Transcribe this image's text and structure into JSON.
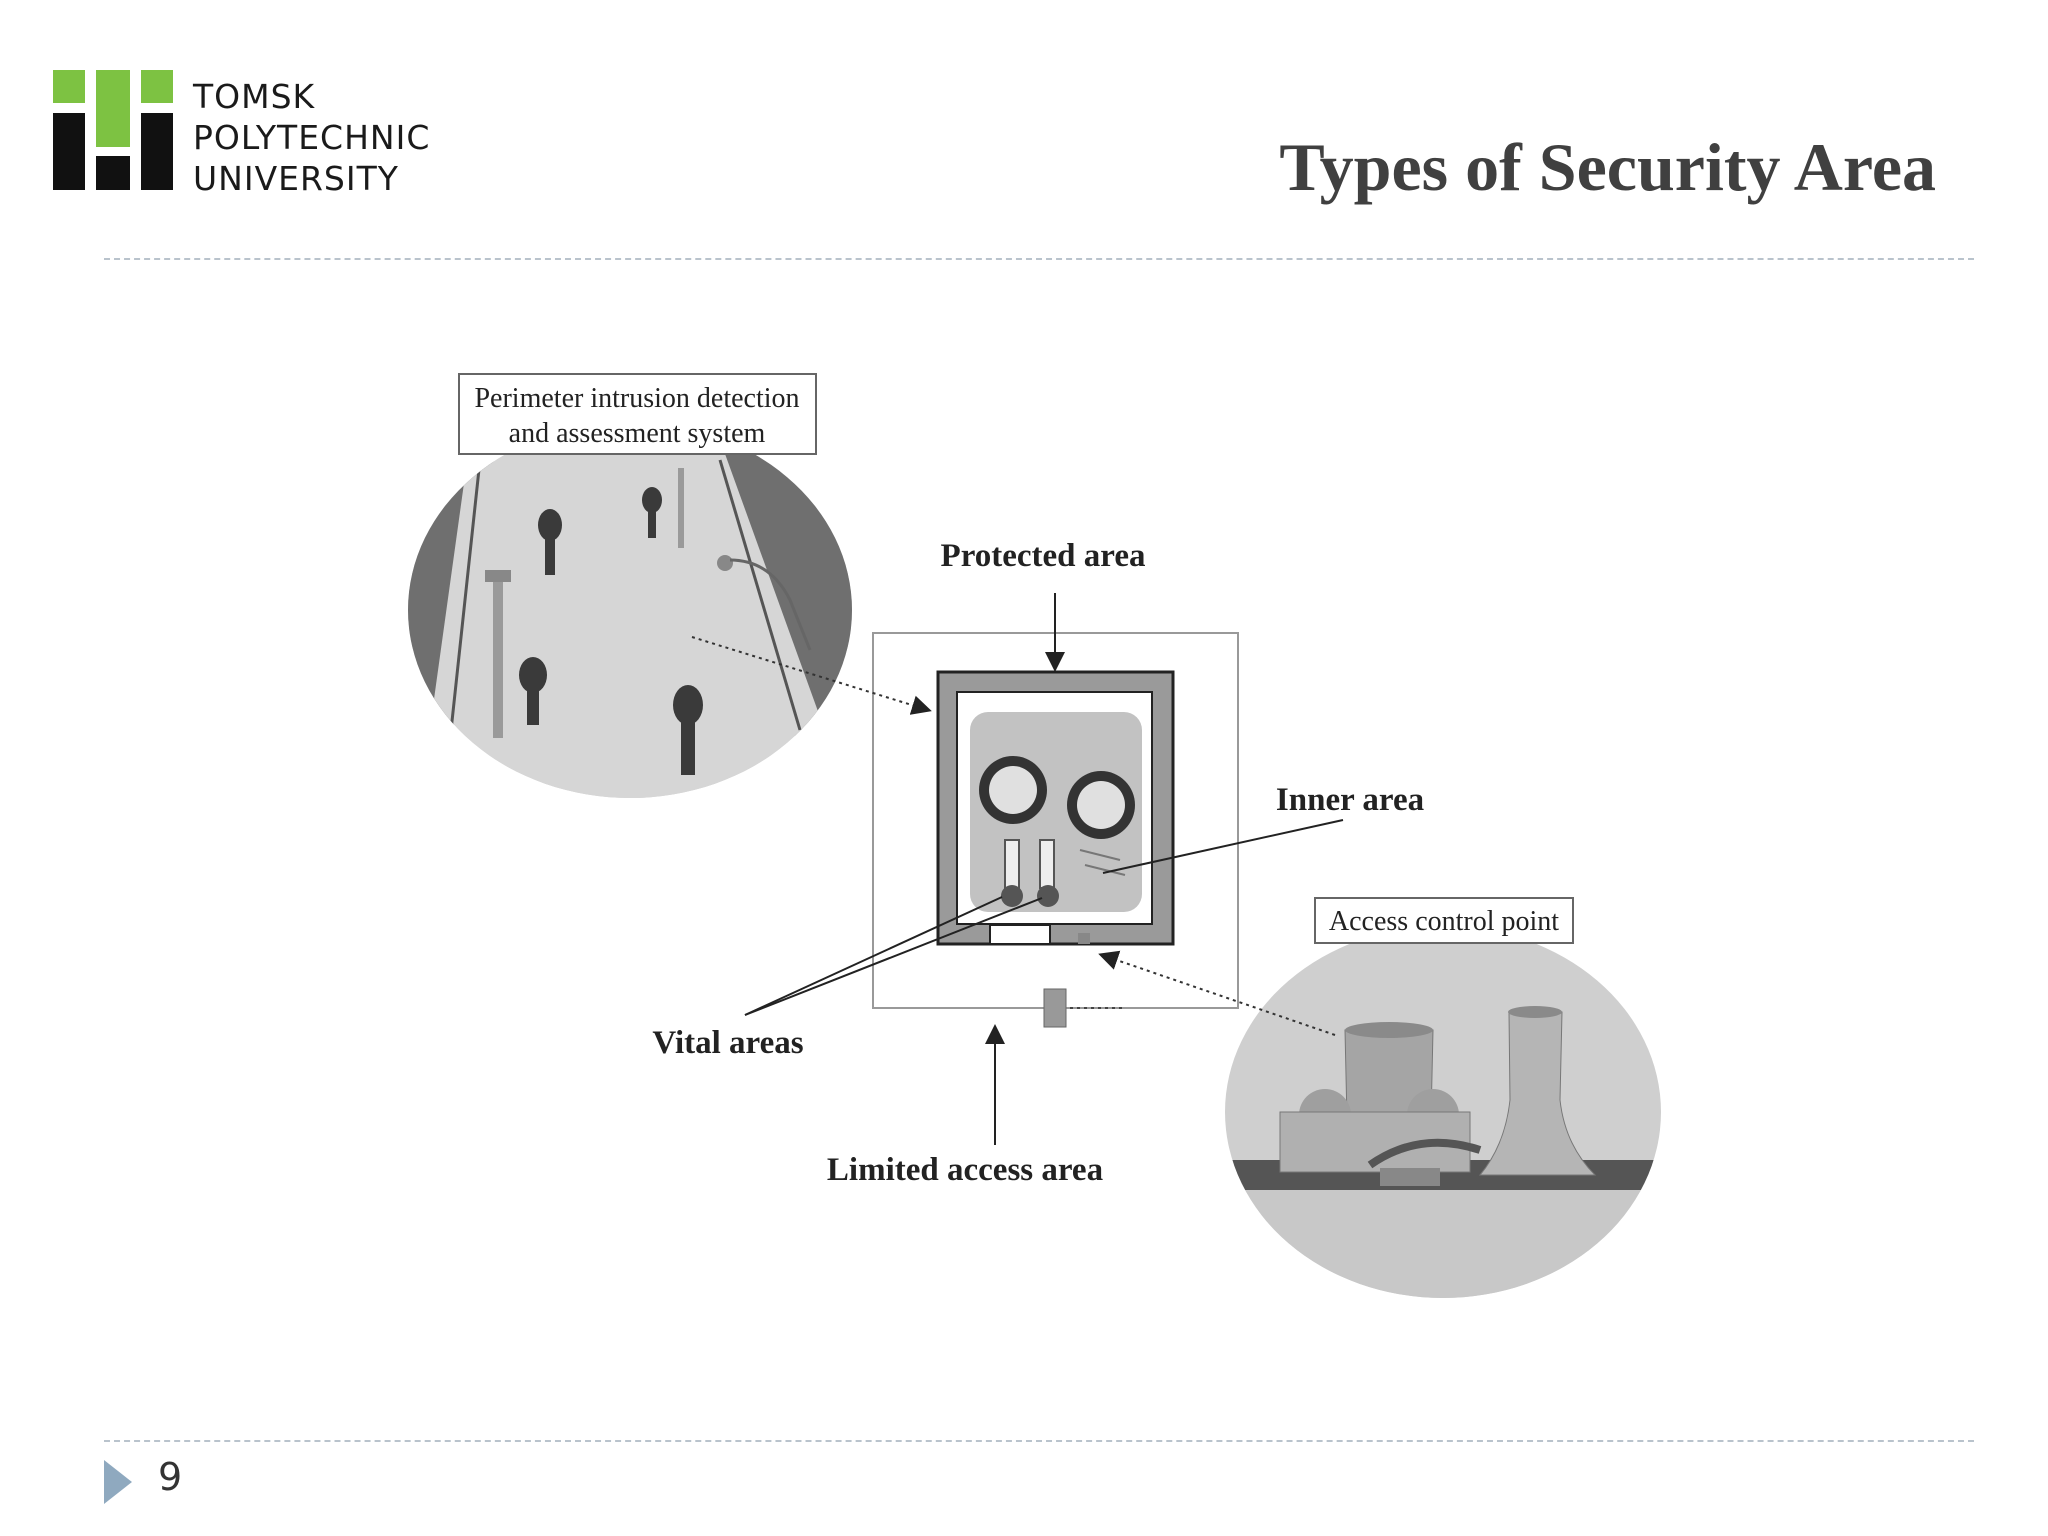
{
  "logo": {
    "lines": [
      "TOMSK",
      "POLYTECHNIC",
      "UNIVERSITY"
    ],
    "colors": {
      "green": "#7dc242",
      "black": "#111111"
    }
  },
  "slide": {
    "title": "Types of Security Area",
    "page_number": "9"
  },
  "diagram": {
    "labels": {
      "perimeter_line1": "Perimeter intrusion detection",
      "perimeter_line2": "and assessment system",
      "protected_area": "Protected area",
      "inner_area": "Inner area",
      "access_control_point": "Access control point",
      "vital_areas": "Vital areas",
      "limited_access_area": "Limited access area"
    }
  },
  "colors": {
    "title": "#404040",
    "divider": "#b9c3cc",
    "page_arrow": "#8fa9bf"
  }
}
